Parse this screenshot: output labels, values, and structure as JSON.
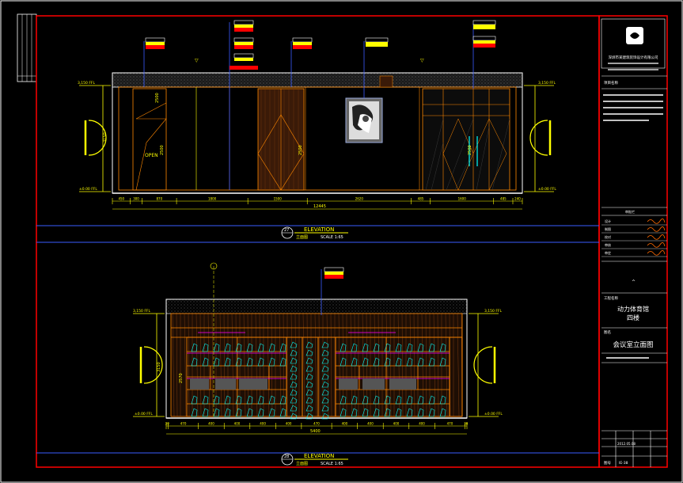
{
  "drawing": {
    "elevation_top": {
      "marker_number": "27",
      "title": "ELEVATION",
      "subtitle": "立面图",
      "scale": "SCALE 1:65",
      "total_width": "12445",
      "door_label": "OPEN",
      "dims": [
        "450",
        "300",
        "870",
        "1800",
        "1500",
        "2620",
        "485",
        "1600",
        "485",
        "240"
      ],
      "height_labels": [
        "3150",
        "2500",
        "2500",
        "2500"
      ],
      "level_top": "3,150 FFL",
      "level_bottom": "±0.00 FFL"
    },
    "elevation_bottom": {
      "marker_number": "28",
      "title": "ELEVATION",
      "subtitle": "立面图",
      "scale": "SCALE 1:65",
      "total_width": "5400",
      "dims": [
        "30",
        "470",
        "400",
        "400",
        "400",
        "400",
        "470",
        "400",
        "400",
        "400",
        "400",
        "470",
        "30"
      ],
      "height_labels": [
        "3150",
        "2570"
      ],
      "level_top": "3,150 FFL",
      "level_bottom": "±0.00 FFL"
    }
  },
  "title_block": {
    "company": "深圳市某建筑装饰设计有限公司",
    "project_label": "项目名称",
    "project_name_line1": "动力体育馆",
    "project_name_line2": "四楼",
    "drawing_name": "会议室立面图",
    "drawing_no_label": "图号",
    "sheet_no": "IE-38",
    "date": "2012.05.08",
    "sign_rows": [
      "设计",
      "制图",
      "校对",
      "审核",
      "审定"
    ]
  },
  "colors": {
    "frame": "#ff0000",
    "line_white": "#ffffff",
    "line_yellow": "#ffff00",
    "line_cyan": "#00ffff",
    "line_blue": "#0000ff",
    "line_magenta": "#ff00ff",
    "line_orange": "#ff8800",
    "wood": "#b05a20"
  }
}
